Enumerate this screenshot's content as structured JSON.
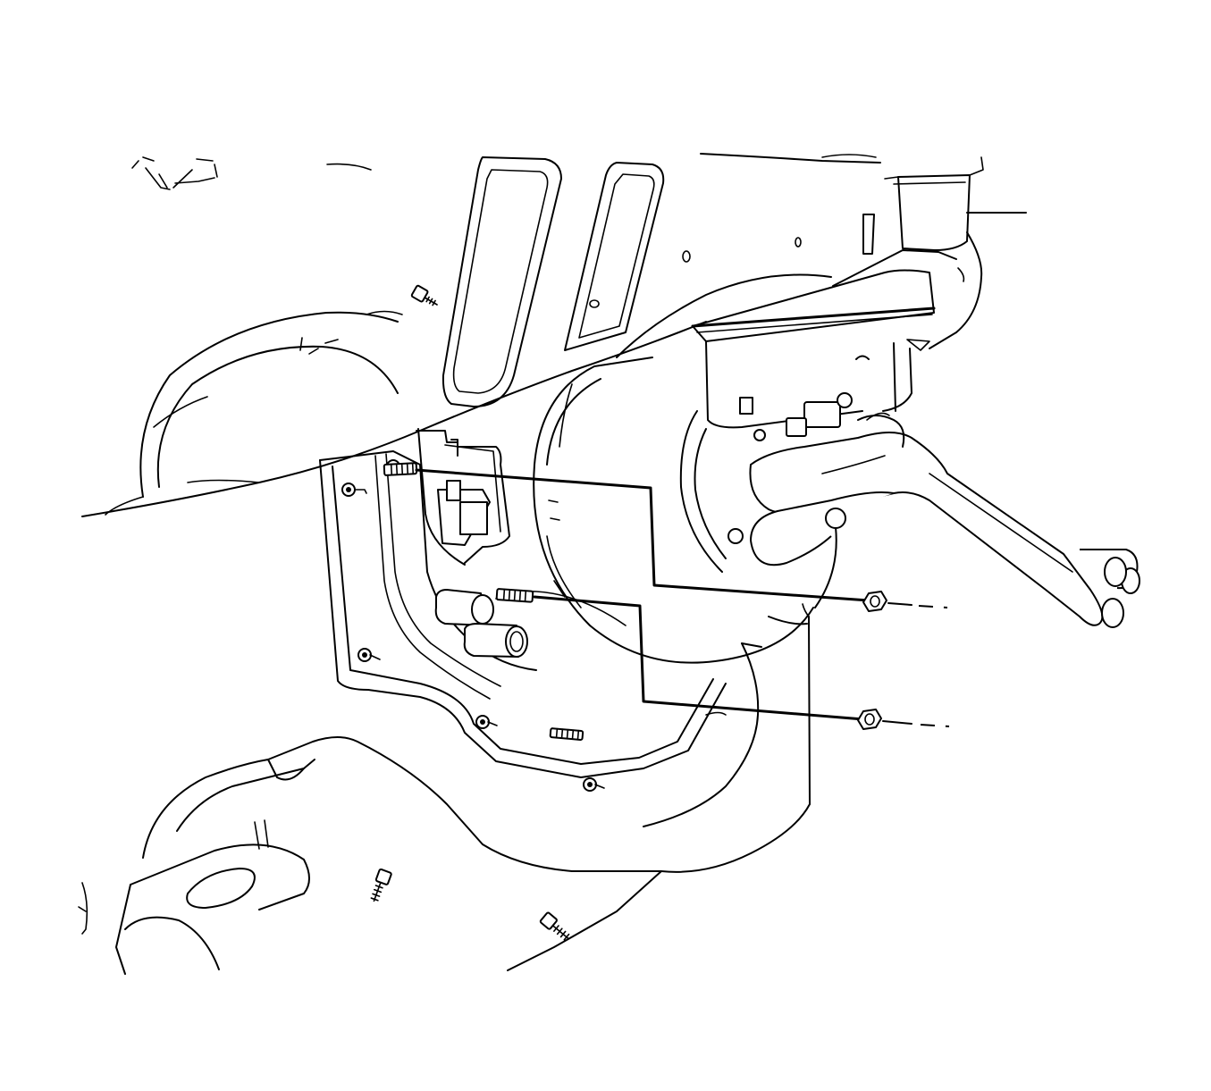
{
  "figure": {
    "kind": "exploded-assembly-line-drawing",
    "line_color": "#000000",
    "background_color": "#ffffff",
    "components": [
      {
        "id": "wheel-arch-left",
        "label": ""
      },
      {
        "id": "wheelhouse-liner",
        "label": ""
      },
      {
        "id": "front-bumper-lower",
        "label": ""
      },
      {
        "id": "mounting-bracket",
        "label": ""
      },
      {
        "id": "brake-booster",
        "label": ""
      },
      {
        "id": "master-cylinder-reservoir",
        "label": ""
      },
      {
        "id": "brake-lines",
        "label": ""
      },
      {
        "id": "booster-studs",
        "label": ""
      },
      {
        "id": "mounting-nut-upper",
        "label": ""
      },
      {
        "id": "mounting-nut-lower",
        "label": ""
      },
      {
        "id": "loose-bolt-lower-left",
        "label": ""
      },
      {
        "id": "loose-bolt-lower-center",
        "label": ""
      }
    ],
    "callouts": []
  }
}
